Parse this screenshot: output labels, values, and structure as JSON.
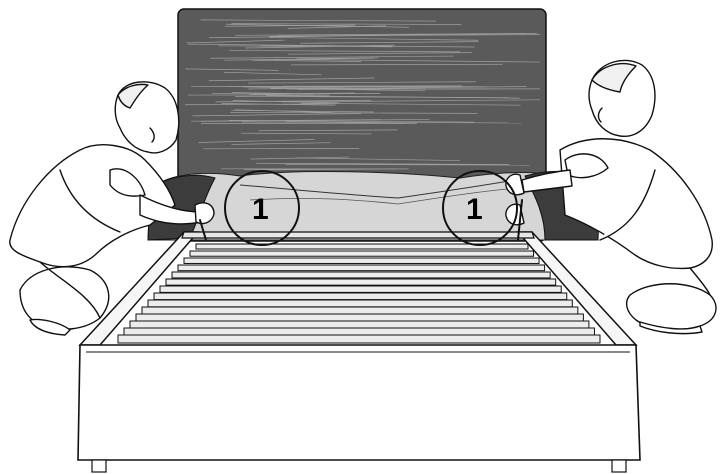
{
  "callouts": [
    {
      "label": "1",
      "side": "left"
    },
    {
      "label": "1",
      "side": "right"
    }
  ],
  "colors": {
    "headboard": "#5a5a5a",
    "headboard_streak": "#d9d9d9",
    "wrap": "#d6d6d6",
    "wrap_dark": "#3c3c3c",
    "slat": "#ececec",
    "line": "#111111",
    "background": "#ffffff"
  },
  "illustration": {
    "slat_count": 14,
    "workers": 2
  }
}
